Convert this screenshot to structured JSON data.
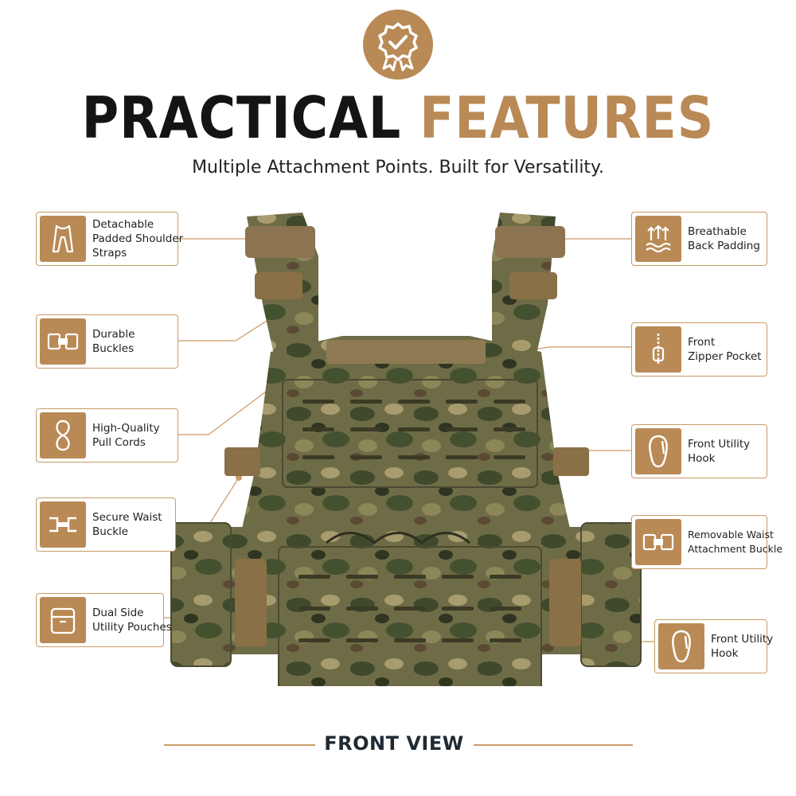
{
  "header": {
    "badge_icon": "verified-seal-icon",
    "title_part1": "PRACTICAL",
    "title_part2": "FEATURES",
    "subtitle": "Multiple Attachment Points. Built for Versatility."
  },
  "colors": {
    "accent": "#b98a56",
    "title_dark": "#141414",
    "camo_base": "#6b6a45"
  },
  "left_features": [
    {
      "icon": "shoulder-strap-icon",
      "lines": [
        "Detachable",
        "Padded Shoulder",
        "Straps"
      ]
    },
    {
      "icon": "buckle-icon",
      "lines": [
        "Durable",
        "Buckles"
      ]
    },
    {
      "icon": "pull-cord-icon",
      "lines": [
        "High-Quality",
        "Pull Cords"
      ]
    },
    {
      "icon": "waist-buckle-icon",
      "lines": [
        "Secure Waist",
        "Buckle"
      ]
    },
    {
      "icon": "pouch-icon",
      "lines": [
        "Dual Side",
        "Utility Pouches"
      ]
    }
  ],
  "right_features": [
    {
      "icon": "breathable-airflow-icon",
      "lines": [
        "Breathable",
        "Back Padding"
      ]
    },
    {
      "icon": "zipper-icon",
      "lines": [
        "Front",
        "Zipper Pocket"
      ]
    },
    {
      "icon": "carabiner-hook-icon",
      "lines": [
        "Front Utility",
        "Hook"
      ]
    },
    {
      "icon": "removable-buckle-icon",
      "lines": [
        "Removable Waist",
        "Attachment Buckle"
      ]
    },
    {
      "icon": "carabiner-hook-icon",
      "lines": [
        "Front Utility",
        "Hook"
      ]
    }
  ],
  "footer": {
    "label": "FRONT VIEW"
  }
}
